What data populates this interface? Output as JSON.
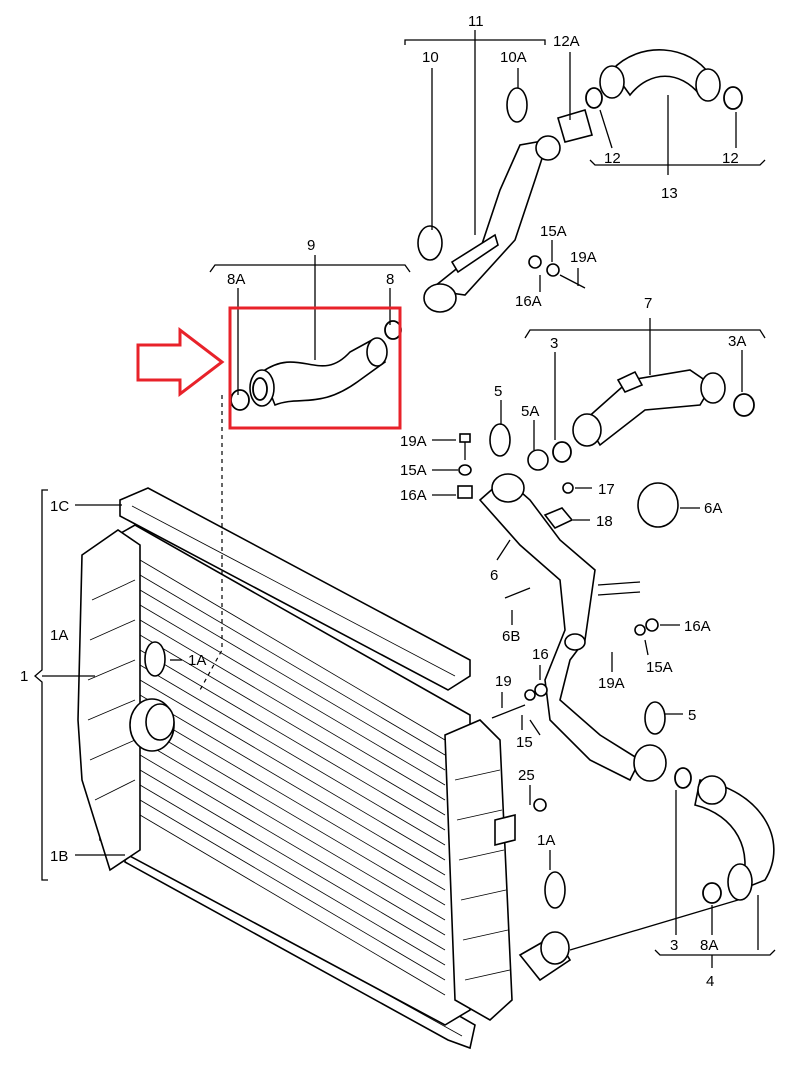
{
  "labels": {
    "l11": "11",
    "l10": "10",
    "l10A": "10A",
    "l12A": "12A",
    "l12a": "12",
    "l12b": "12",
    "l13": "13",
    "l9": "9",
    "l8A_top": "8A",
    "l8_top": "8",
    "l15A_a": "15A",
    "l19A_a": "19A",
    "l16A_a": "16A",
    "l7": "7",
    "l3_top": "3",
    "l3A": "3A",
    "l5_top": "5",
    "l5A": "5A",
    "l19A_b": "19A",
    "l15A_b": "15A",
    "l16A_b": "16A",
    "l17": "17",
    "l18": "18",
    "l6A": "6A",
    "l6": "6",
    "l6B": "6B",
    "l16A_c": "16A",
    "l15A_c": "15A",
    "l19A_c": "19A",
    "l1C": "1C",
    "l1A_left": "1A",
    "l1": "1",
    "l1A_mid": "1A",
    "l1B": "1B",
    "l19": "19",
    "l16": "16",
    "l15": "15",
    "l5_right": "5",
    "l25": "25",
    "l1A_bottom": "1A",
    "l3_bottom": "3",
    "l8A_bottom": "8A",
    "l4": "4"
  },
  "colors": {
    "highlight": "#e8222a",
    "line": "#000000"
  },
  "highlight": {
    "target_part": "9",
    "arrow": "arrow-right",
    "box": "red-rectangle"
  }
}
